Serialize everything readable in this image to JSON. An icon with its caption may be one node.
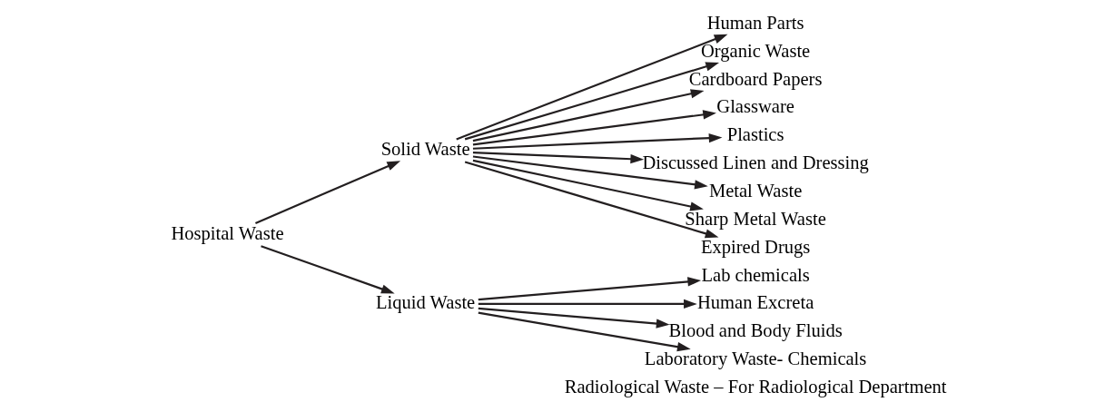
{
  "diagram": {
    "nodes": [
      {
        "text": [
          "Hospital Waste"
        ]
      },
      {
        "text": [
          "Solid Waste"
        ]
      },
      {
        "text": [
          "Liquid Waste"
        ]
      },
      {
        "text": [
          "Human Parts"
        ]
      },
      {
        "text": [
          "Organic Waste"
        ]
      },
      {
        "text": [
          "Cardboard Papers"
        ]
      },
      {
        "text": [
          "Glassware"
        ]
      },
      {
        "text": [
          "Plastics"
        ]
      },
      {
        "text": [
          "Discussed Linen and Dressing"
        ]
      },
      {
        "text": [
          "Metal Waste"
        ]
      },
      {
        "text": [
          "Sharp Metal Waste"
        ]
      },
      {
        "text": [
          "Expired Drugs"
        ]
      },
      {
        "text": [
          "Lab chemicals"
        ]
      },
      {
        "text": [
          "Human Excreta"
        ]
      },
      {
        "text": [
          "Blood and Body Fluids"
        ]
      },
      {
        "text": [
          "Laboratory Waste- Chemicals"
        ]
      }
    ],
    "edges": [
      {
        "from": 0,
        "to": 1,
        "arrow": "to"
      },
      {
        "from": 0,
        "to": 2,
        "arrow": "to"
      },
      {
        "from": 1,
        "to": 3,
        "arrow": "to"
      },
      {
        "from": 1,
        "to": 4,
        "arrow": "to"
      },
      {
        "from": 1,
        "to": 5,
        "arrow": "to"
      },
      {
        "from": 1,
        "to": 6,
        "arrow": "to"
      },
      {
        "from": 1,
        "to": 7,
        "arrow": "to"
      },
      {
        "from": 1,
        "to": 8,
        "arrow": "to"
      },
      {
        "from": 1,
        "to": 9,
        "arrow": "to"
      },
      {
        "from": 1,
        "to": 10,
        "arrow": "to"
      },
      {
        "from": 1,
        "to": 11,
        "arrow": "to"
      },
      {
        "from": 2,
        "to": 12,
        "arrow": "to"
      },
      {
        "from": 2,
        "to": 13,
        "arrow": "to"
      },
      {
        "from": 2,
        "to": 14,
        "arrow": "to"
      },
      {
        "from": 2,
        "to": 15,
        "arrow": "to"
      }
    ],
    "labels": [
      "Radiological Waste – For Radiological Department"
    ]
  }
}
